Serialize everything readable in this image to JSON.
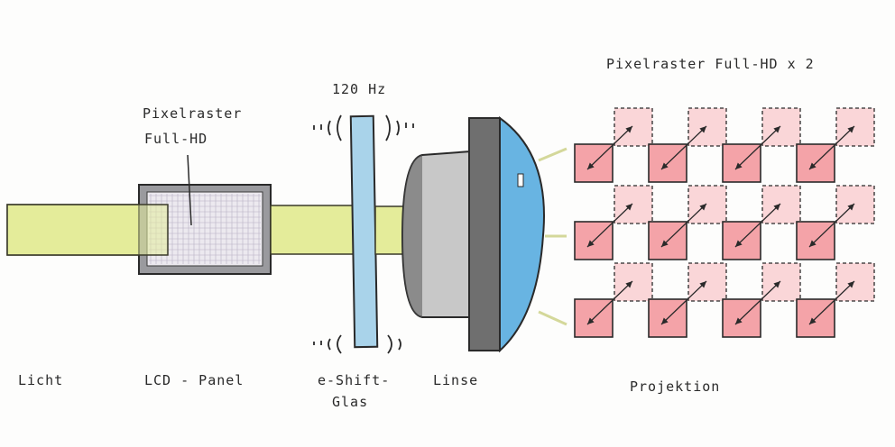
{
  "labels": {
    "light": "Licht",
    "lcd_panel": "LCD - Panel",
    "pixel_grid_line1": "Pixelraster",
    "pixel_grid_line2": "Full-HD",
    "frequency": "120 Hz",
    "eshift_line1": "e-Shift-",
    "eshift_line2": "Glas",
    "lens": "Linse",
    "projection": "Projektion",
    "projection_grid": "Pixelraster  Full-HD x 2"
  },
  "colors": {
    "beam": "#e4ec9a",
    "beam_outline": "#3a3a2a",
    "panel_frame": "#8a8a8e",
    "panel_grid": "#e7e3ec",
    "glass": "#a9d3ea",
    "lens_body": "#c4c4c4",
    "lens_ring": "#7a7a7a",
    "lens_glass": "#68b4e2",
    "pixel_solid": "#f4a3a8",
    "pixel_shifted": "#fad6d8",
    "ink": "#2a2a2a"
  },
  "projection": {
    "solid_rows": 3,
    "solid_cols": 4,
    "shifted_rows": 3,
    "shifted_cols": 4
  }
}
